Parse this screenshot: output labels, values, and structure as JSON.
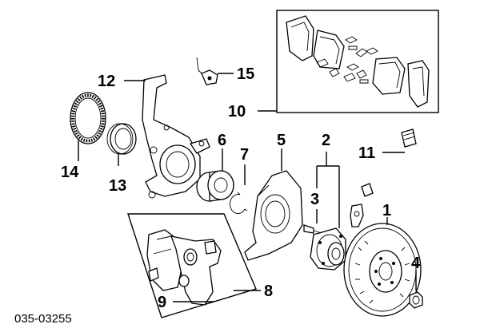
{
  "diagram": {
    "catalog_code": "035-03255",
    "labels": {
      "p1": "1",
      "p2": "2",
      "p3": "3",
      "p4": "4",
      "p5": "5",
      "p6": "6",
      "p7": "7",
      "p8": "8",
      "p9": "9",
      "p10": "10",
      "p11": "11",
      "p12": "12",
      "p13": "13",
      "p14": "14",
      "p15": "15"
    }
  }
}
